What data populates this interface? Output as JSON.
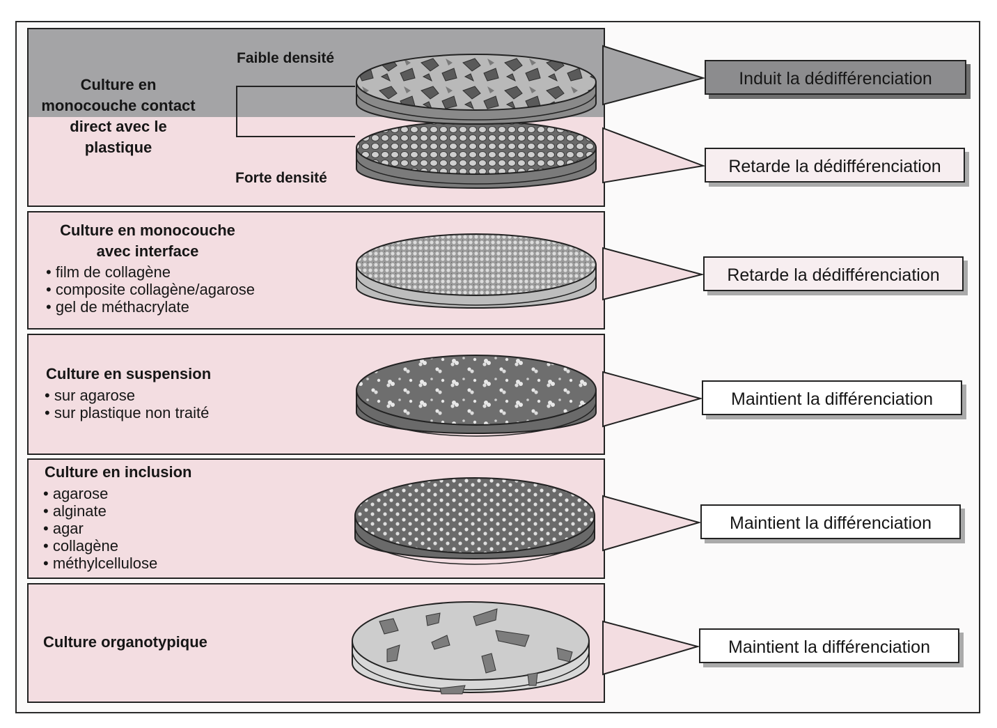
{
  "rows": [
    {
      "title": "Culture en monocouche contact direct avec le plastique",
      "items": [],
      "sublabels": {
        "low": "Faible densité",
        "high": "Forte densité"
      },
      "results": [
        "Induit la dédifférenciation",
        "Retarde la dédifférenciation"
      ]
    },
    {
      "title": "Culture en monocouche avec interface",
      "items": [
        "film de collagène",
        "composite collagène/agarose",
        "gel de méthacrylate"
      ],
      "results": [
        "Retarde la dédifférenciation"
      ]
    },
    {
      "title": "Culture en suspension",
      "items": [
        "sur agarose",
        "sur plastique non traité"
      ],
      "results": [
        "Maintient la différenciation"
      ]
    },
    {
      "title": "Culture en inclusion",
      "items": [
        "agarose",
        "alginate",
        "agar",
        "collagène",
        "méthylcellulose"
      ],
      "results": [
        "Maintient la différenciation"
      ]
    },
    {
      "title": "Culture organotypique",
      "items": [],
      "results": [
        "Maintient la différenciation"
      ]
    }
  ],
  "colors": {
    "panel_pink": "#f3dde1",
    "panel_gray": "#a4a4a6",
    "result_gray": "#8c8c8e",
    "outline": "#222222"
  }
}
